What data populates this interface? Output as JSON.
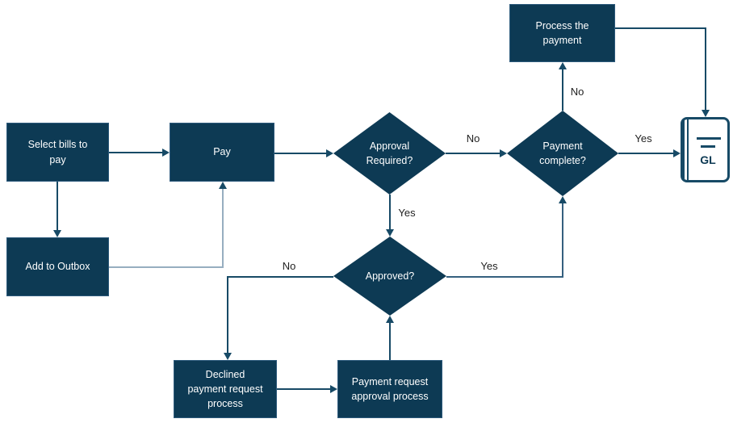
{
  "diagram": {
    "type": "flowchart",
    "subject": "payment-process"
  },
  "colors": {
    "node_fill": "#0d3a54",
    "node_border": "#2d5a7c",
    "node_text": "#ffffff",
    "line_dark": "#174a66",
    "line_light": "#97aec0",
    "line_medium": "#35607f",
    "label_text": "#1f1f1f",
    "bg": "#ffffff"
  },
  "nodes": {
    "select_bills": "Select bills to\npay",
    "pay": "Pay",
    "add_outbox": "Add to Outbox",
    "approval_required": "Approval\nRequired?",
    "payment_complete": "Payment\ncomplete?",
    "process_payment": "Process the\npayment",
    "approved": "Approved?",
    "declined": "Declined\npayment request\nprocess",
    "approval_process": "Payment request\napproval process"
  },
  "edge_labels": {
    "approval_required_no": "No",
    "approval_required_yes": "Yes",
    "approved_no": "No",
    "approved_yes": "Yes",
    "payment_complete_no": "No",
    "payment_complete_yes": "Yes"
  },
  "gl_icon": {
    "label": "GL"
  }
}
